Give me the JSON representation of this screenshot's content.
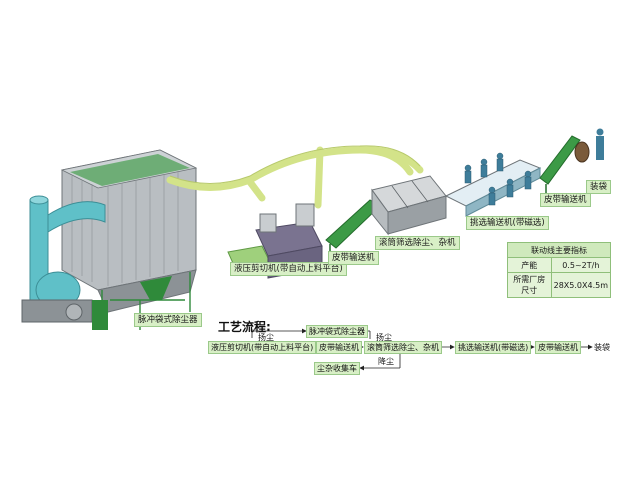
{
  "machine_labels": {
    "pulse_dust_collector": "脉冲袋式除尘器",
    "hydraulic_shear": "液压剪切机(带自动上料平台)",
    "belt_conveyor_1": "皮带输送机",
    "drum_screen": "滚筒筛选除尘、杂机",
    "sorting_conveyor": "挑选输送机(带磁选)",
    "belt_conveyor_2": "皮带输送机",
    "bagging": "装袋"
  },
  "spec_table": {
    "title": "联动线主要指标",
    "rows": [
      {
        "name": "产能",
        "value": "0.5~2T/h"
      },
      {
        "name": "所需厂房尺寸",
        "value": "28X5.0X4.5m"
      }
    ]
  },
  "flow": {
    "title": "工艺流程:",
    "steps": [
      "液压剪切机(带自动上料平台)",
      "皮带输送机",
      "滚筒筛选除尘、杂机",
      "挑选输送机(带磁选)",
      "皮带输送机",
      "装袋"
    ],
    "dust_collector": "脉冲袋式除尘器",
    "dust_cart": "尘杂收集车",
    "label_raise_dust_left": "扬尘",
    "label_raise_dust_right": "扬尘",
    "label_drop_dust": "降尘"
  },
  "colors": {
    "pipe": "#d3e389",
    "machine_gray": "#9aa0a4",
    "green_frame": "#2f8a3a",
    "cyan_fan": "#5fc0c8",
    "label_bg": "#d8efc6"
  }
}
